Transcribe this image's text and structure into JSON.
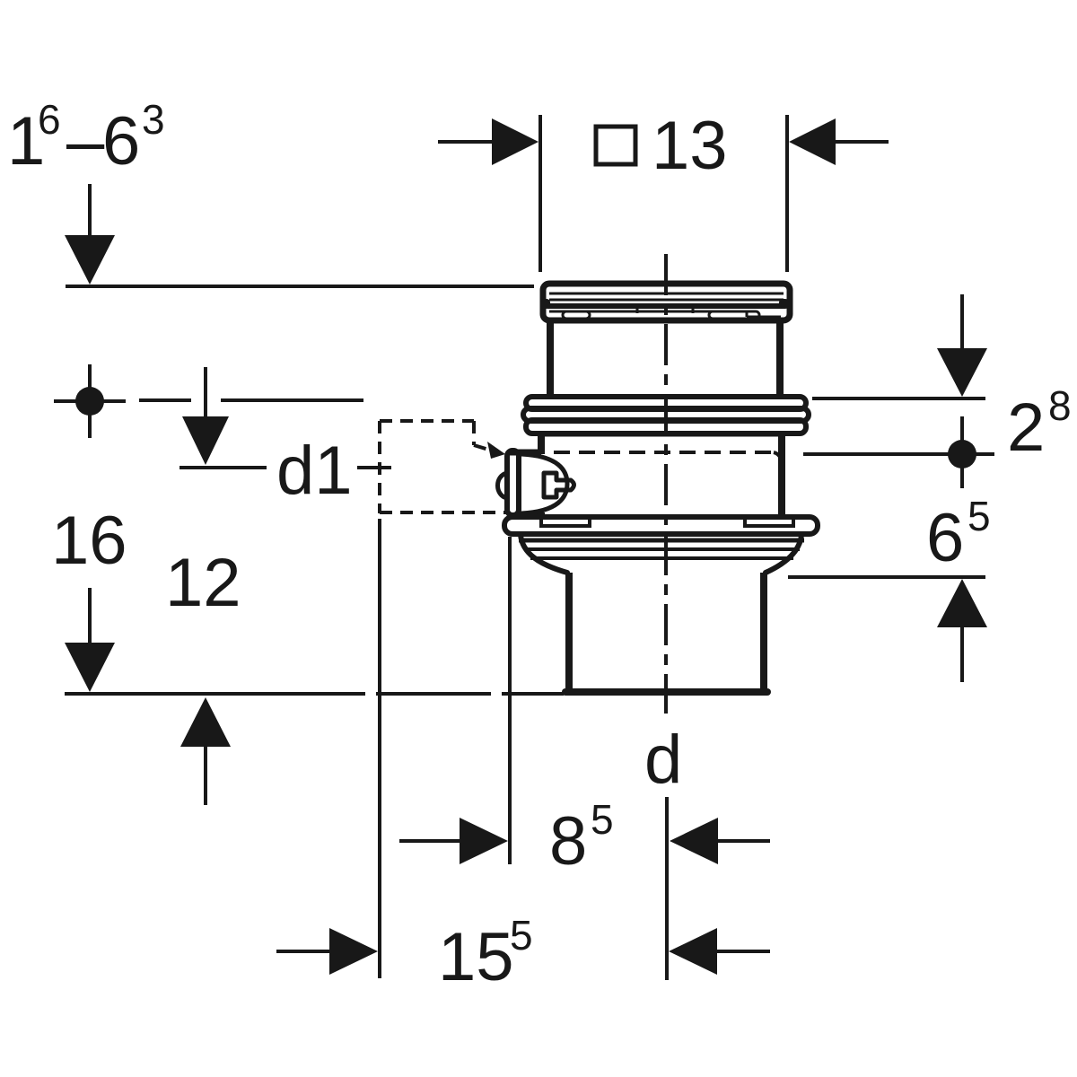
{
  "drawing": {
    "title": "pipe fitting dimensional drawing",
    "ink_color": "#181818",
    "background_color": "#ffffff",
    "dimensions": {
      "range_top_left": {
        "base1": "1",
        "sup1": "6",
        "separator": "–",
        "base2": "6",
        "sup2": "3"
      },
      "square_width_top": {
        "symbol": "square",
        "value": "13"
      },
      "offset_right_upper": {
        "base": "2",
        "sup": "8"
      },
      "depth_right_lower": {
        "base": "6",
        "sup": "5"
      },
      "height_outer_left": "16",
      "height_inner_left": "12",
      "side_inlet_label": "d1",
      "outlet_label": "d",
      "offset_port_to_center": {
        "base": "8",
        "sup": "5"
      },
      "offset_stub_to_center": {
        "base": "15",
        "sup": "5"
      }
    }
  }
}
